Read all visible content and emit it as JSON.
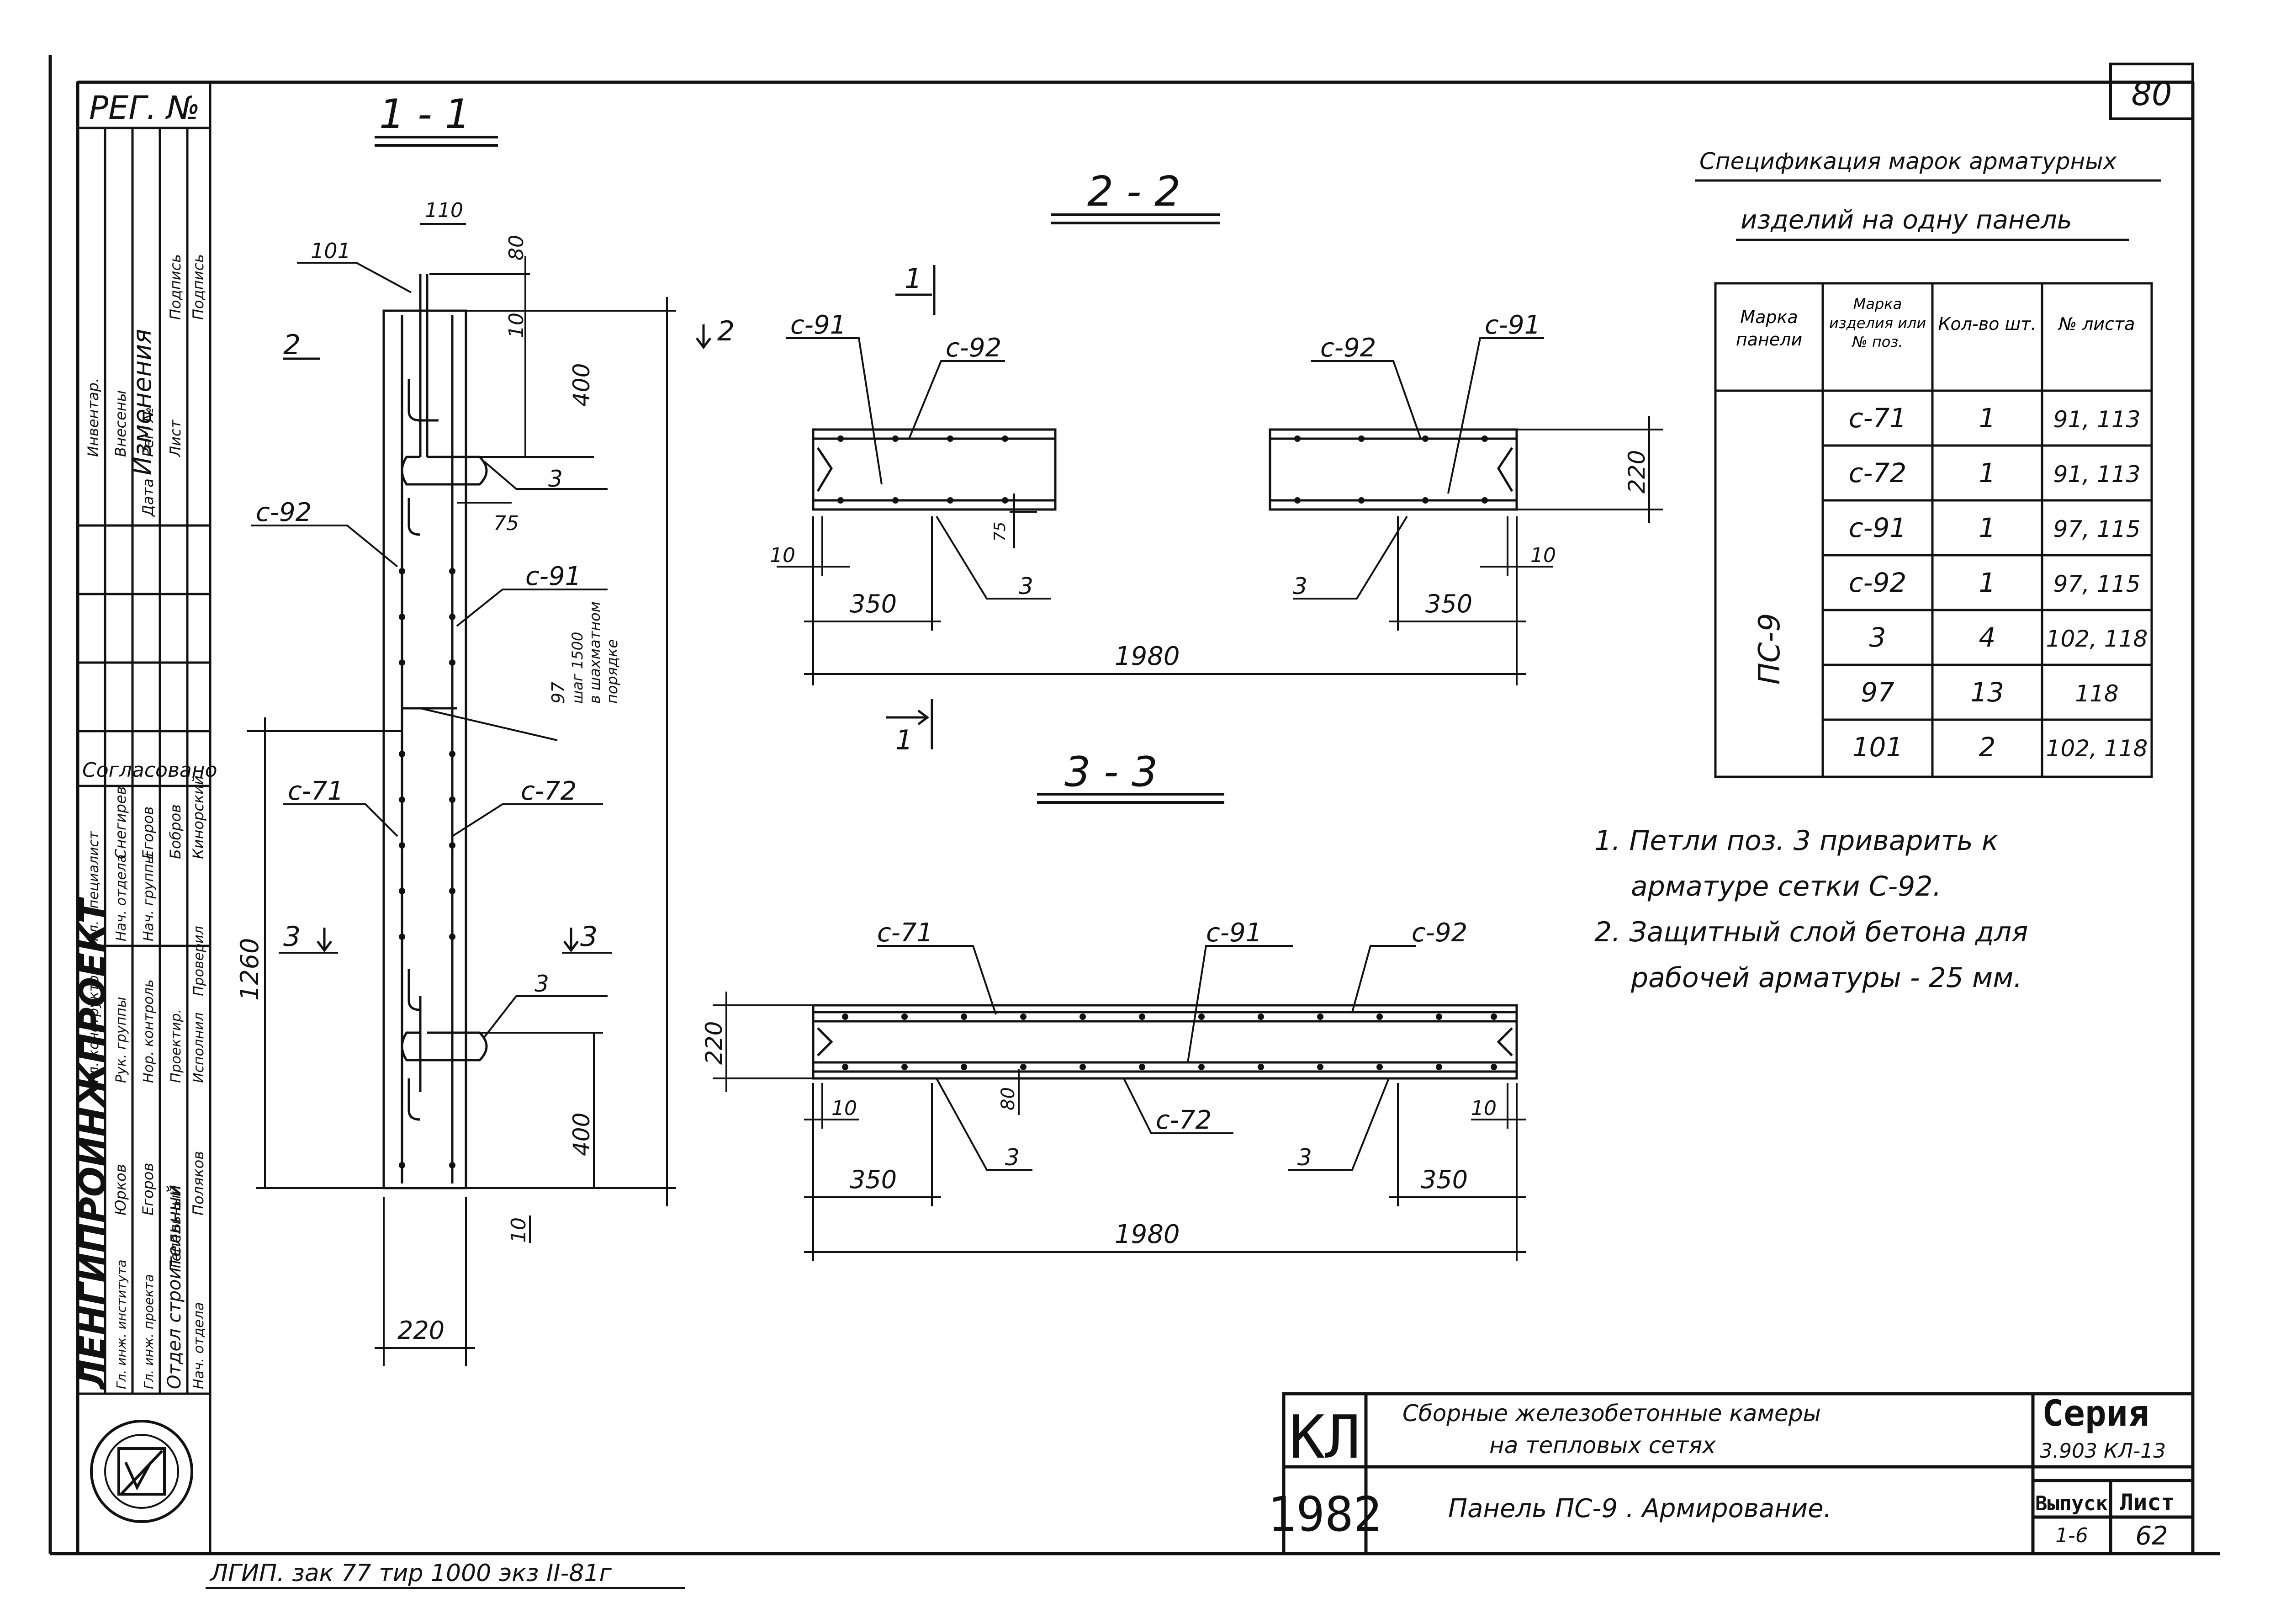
{
  "sheet": {
    "page_number": "80",
    "print_note": "ЛГИП. зак 77 тир 1000 экз II-81г"
  },
  "sections": {
    "s11": "1 - 1",
    "s22": "2 - 2",
    "s33": "3 - 3",
    "cut_1": "1",
    "cut_2": "2",
    "cut_3": "3"
  },
  "view11": {
    "dim_110": "110",
    "dim_80": "80",
    "dim_10_top": "10",
    "dim_400_top": "400",
    "dim_75": "75",
    "dim_1260": "1260",
    "dim_400_bot": "400",
    "dim_10_bot": "10",
    "dim_220": "220",
    "lbl_101": "101",
    "lbl_c92": "с-92",
    "lbl_c91": "с-91",
    "lbl_c71": "с-71",
    "lbl_c72": "с-72",
    "lbl_3a": "3",
    "lbl_3b": "3",
    "note_97_a": "97",
    "note_97_b": "шаг 1500",
    "note_97_c": "в шахматном",
    "note_97_d": "порядке"
  },
  "view22": {
    "lbl_c91_l": "с-91",
    "lbl_c92_l": "с-92",
    "lbl_c92_r": "с-92",
    "lbl_c91_r": "с-91",
    "dim_220": "220",
    "dim_10_l": "10",
    "dim_10_r": "10",
    "dim_75": "75",
    "dim_350_l": "350",
    "dim_350_r": "350",
    "dim_1980": "1980",
    "lbl_3_l": "3",
    "lbl_3_r": "3"
  },
  "view33": {
    "lbl_c71": "с-71",
    "lbl_c91": "с-91",
    "lbl_c92": "с-92",
    "lbl_c72": "с-72",
    "dim_220": "220",
    "dim_10_l": "10",
    "dim_10_r": "10",
    "dim_80": "80",
    "dim_350_l": "350",
    "dim_350_r": "350",
    "dim_1980": "1980",
    "lbl_3_l": "3",
    "lbl_3_r": "3"
  },
  "spec": {
    "title_line1": "Спецификация марок арматурных",
    "title_line2": "изделий на одну панель",
    "headers": [
      "Марка панели",
      "Марка изделия или № поз.",
      "Кол-во шт.",
      "№ листа"
    ],
    "panel": "ПС-9",
    "rows": [
      {
        "mark": "с-71",
        "qty": "1",
        "sheet": "91, 113"
      },
      {
        "mark": "с-72",
        "qty": "1",
        "sheet": "91, 113"
      },
      {
        "mark": "с-91",
        "qty": "1",
        "sheet": "97, 115"
      },
      {
        "mark": "с-92",
        "qty": "1",
        "sheet": "97, 115"
      },
      {
        "mark": "3",
        "qty": "4",
        "sheet": "102, 118"
      },
      {
        "mark": "97",
        "qty": "13",
        "sheet": "118"
      },
      {
        "mark": "101",
        "qty": "2",
        "sheet": "102, 118"
      }
    ]
  },
  "notes": {
    "n1_line1": "1. Петли поз. 3 приварить к",
    "n1_line2": "арматуре сетки С-92.",
    "n2_line1": "2. Защитный слой бетона для",
    "n2_line2": "рабочей арматуры - 25 мм."
  },
  "stamp": {
    "code": "КЛ",
    "year": "1982",
    "title_line1": "Сборные железобетонные камеры",
    "title_line2": "на тепловых сетях",
    "sheet_title": "Панель ПС-9 . Армирование.",
    "series_label": "Серия",
    "series_value": "3.903 КЛ-13",
    "issue_label": "Выпуск",
    "issue_value": "1-6",
    "sheet_label": "Лист",
    "sheet_value": "62"
  },
  "side": {
    "reg": "РЕГ. №",
    "changes_title": "Изменения",
    "changes_cols": [
      "Инвентар.",
      "Внесены",
      "Дата",
      "Рег. №",
      "Лист",
      "Подпись",
      "Подпись"
    ],
    "agreed": "Согласовано",
    "agreed_roles": [
      "Гл. специалист",
      "Нач. отдела",
      "Нач. группы"
    ],
    "agreed_names": [
      "Снегирев",
      "Егоров",
      "Бобров",
      "Кинорский"
    ],
    "roles": [
      "Гл. конструктор",
      "Рук. группы",
      "Нор. контроль",
      "Проектир.",
      "Исполнил",
      "Проверил"
    ],
    "names": [
      "Юрков",
      "Егоров",
      "Тепельный",
      "Поляков"
    ],
    "chiefs": [
      "Гл. инж. института",
      "Гл. инж. проекта",
      "Нач. отдела"
    ],
    "dept": "Отдел строительный",
    "institute": "ЛЕНГИПРОИНЖПРОЕКТ"
  }
}
